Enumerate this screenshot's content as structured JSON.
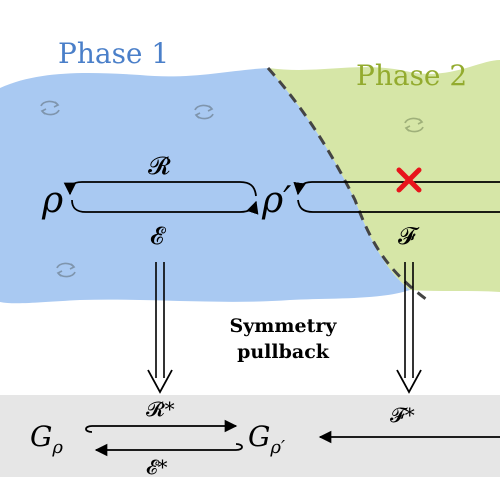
{
  "phases": {
    "phase1_label": "Phase 1",
    "phase2_label": "Phase 2",
    "phase1_color": "#a9c9f2",
    "phase2_color": "#d6e6a7",
    "phase1_label_color": "#4a7fc9",
    "phase2_label_color": "#93ab2e"
  },
  "top_row": {
    "node_left": "ρ",
    "node_middle": "ρ′",
    "arrow_upper_label": "𝓡",
    "arrow_lower_label": "𝓔",
    "arrow_right_label": "𝓕",
    "blocked_marker_color": "#e8141b"
  },
  "pullback": {
    "line1": "Symmetry",
    "line2": "pullback"
  },
  "bottom_row": {
    "band_color": "#e6e6e6",
    "node_left": "G",
    "node_left_sub": "ρ",
    "node_right": "G",
    "node_right_sub": "ρ′",
    "arrow_upper_label": "𝓡*",
    "arrow_lower_label": "𝓔*",
    "arrow_right_label": "𝓕*"
  },
  "icons": [
    "refresh-icon",
    "refresh-icon",
    "refresh-icon",
    "refresh-icon"
  ]
}
